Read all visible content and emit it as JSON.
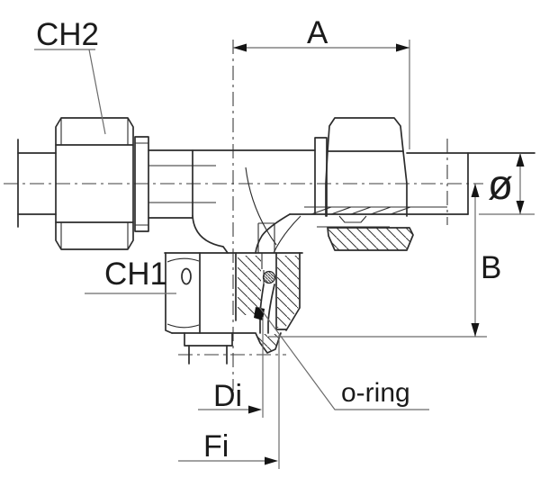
{
  "drawing": {
    "kind": "tee-fitting-section-drawing",
    "labels": {
      "ch2": "CH2",
      "ch1": "CH1",
      "a": "A",
      "diameter": "ø",
      "b": "B",
      "di": "Di",
      "fi": "Fi",
      "oring": "o-ring"
    },
    "colors": {
      "background": "#ffffff",
      "part_line": "#2c2c2c",
      "dimension_line": "#6b6b6b",
      "text": "#1b1b1b",
      "solid_fill": "#111111"
    }
  }
}
